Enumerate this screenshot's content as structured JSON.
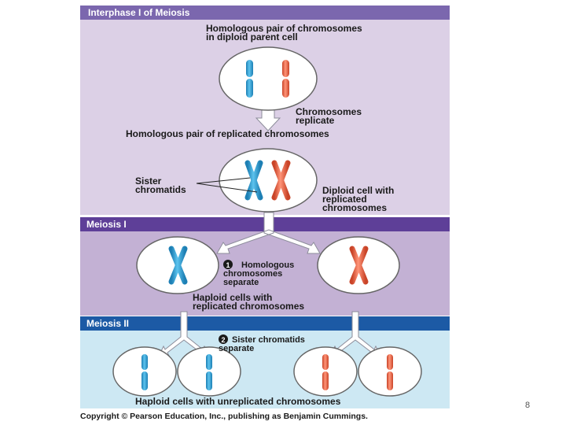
{
  "sections": {
    "interphase": "Interphase I of Meiosis",
    "meiosis1": "Meiosis I",
    "meiosis2": "Meiosis II"
  },
  "labels": {
    "homologous_pair": "Homologous pair of chromosomes",
    "in_diploid": "in diploid parent cell",
    "replicate_1": "Chromosomes",
    "replicate_2": "replicate",
    "replicated_pair": "Homologous pair of replicated chromosomes",
    "sister_1": "Sister",
    "sister_2": "chromatids",
    "diploid_1": "Diploid cell with",
    "diploid_2": "replicated",
    "diploid_3": "chromosomes",
    "step1_num": "1",
    "step1_1": "Homologous",
    "step1_2": "chromosomes",
    "step1_3": "separate",
    "haploid_rep_1": "Haploid cells with",
    "haploid_rep_2": "replicated chromosomes",
    "step2_num": "2",
    "step2_1": "Sister chromatids",
    "step2_2": "separate",
    "haploid_unrep": "Haploid cells with unreplicated chromosomes"
  },
  "copyright": "Copyright © Pearson Education, Inc., publishing as Benjamin Cummings.",
  "page_number": "8",
  "colors": {
    "interphase_bg": "#dcd0e6",
    "meiosis1_bg": "#c3b1d4",
    "meiosis2_bg": "#cde8f3",
    "interphase_header": "#7b67ae",
    "meiosis1_header": "#5e3f98",
    "meiosis2_header": "#1c5aa5",
    "cell_fill": "#ffffff",
    "blue_chromosome": "#2da5d8",
    "red_chromosome": "#ee6a4d",
    "arrow": "#ffffff"
  }
}
